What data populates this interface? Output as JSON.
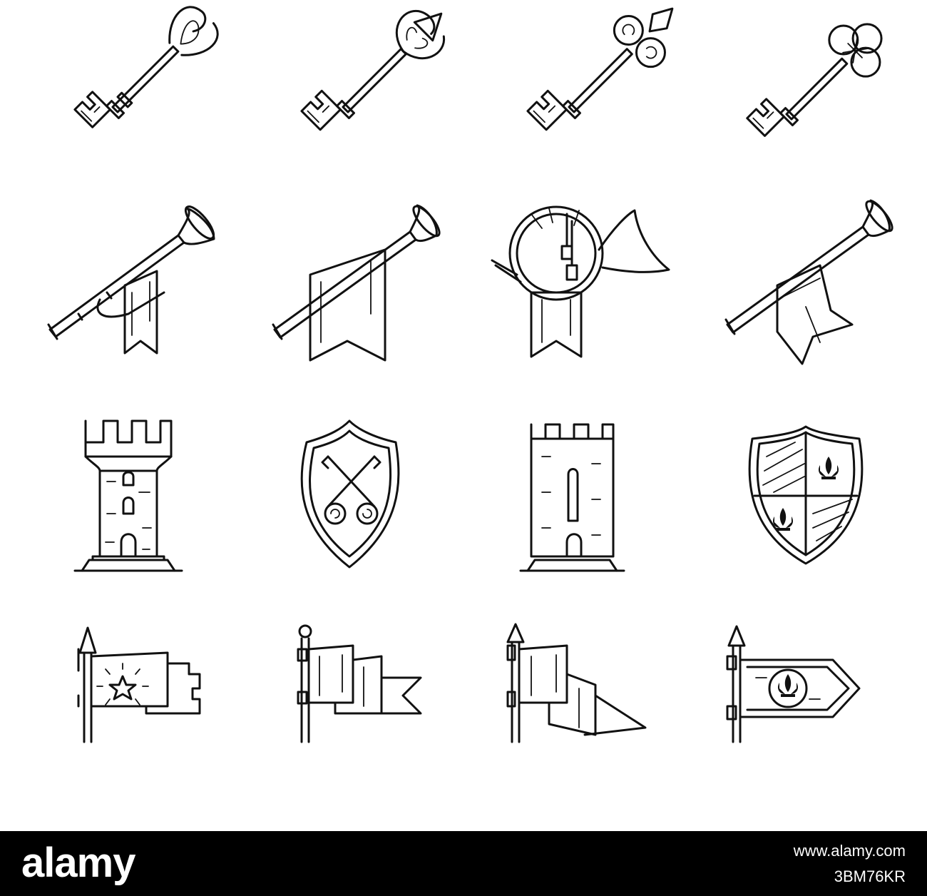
{
  "background": "#ffffff",
  "stroke_color": "#111111",
  "icon_grid": {
    "rows": [
      [
        "key-heart-icon",
        "key-fleur-icon",
        "key-swirl-icon",
        "key-clover-icon"
      ],
      [
        "trumpet-banner-icon",
        "trumpet-pennant-icon",
        "hunting-horn-icon",
        "trumpet-flag-icon"
      ],
      [
        "tower-round-icon",
        "shield-crossed-keys-icon",
        "tower-tall-icon",
        "shield-quartered-fleur-icon"
      ],
      [
        "flag-star-icon",
        "flag-swallowtail-icon",
        "flag-pennant-icon",
        "flag-fleur-arrow-icon"
      ]
    ]
  },
  "footer": {
    "logo": "alamy",
    "image_id": "3BM76KR",
    "site": "www.alamy.com",
    "background": "#000000",
    "text_color": "#ffffff"
  }
}
